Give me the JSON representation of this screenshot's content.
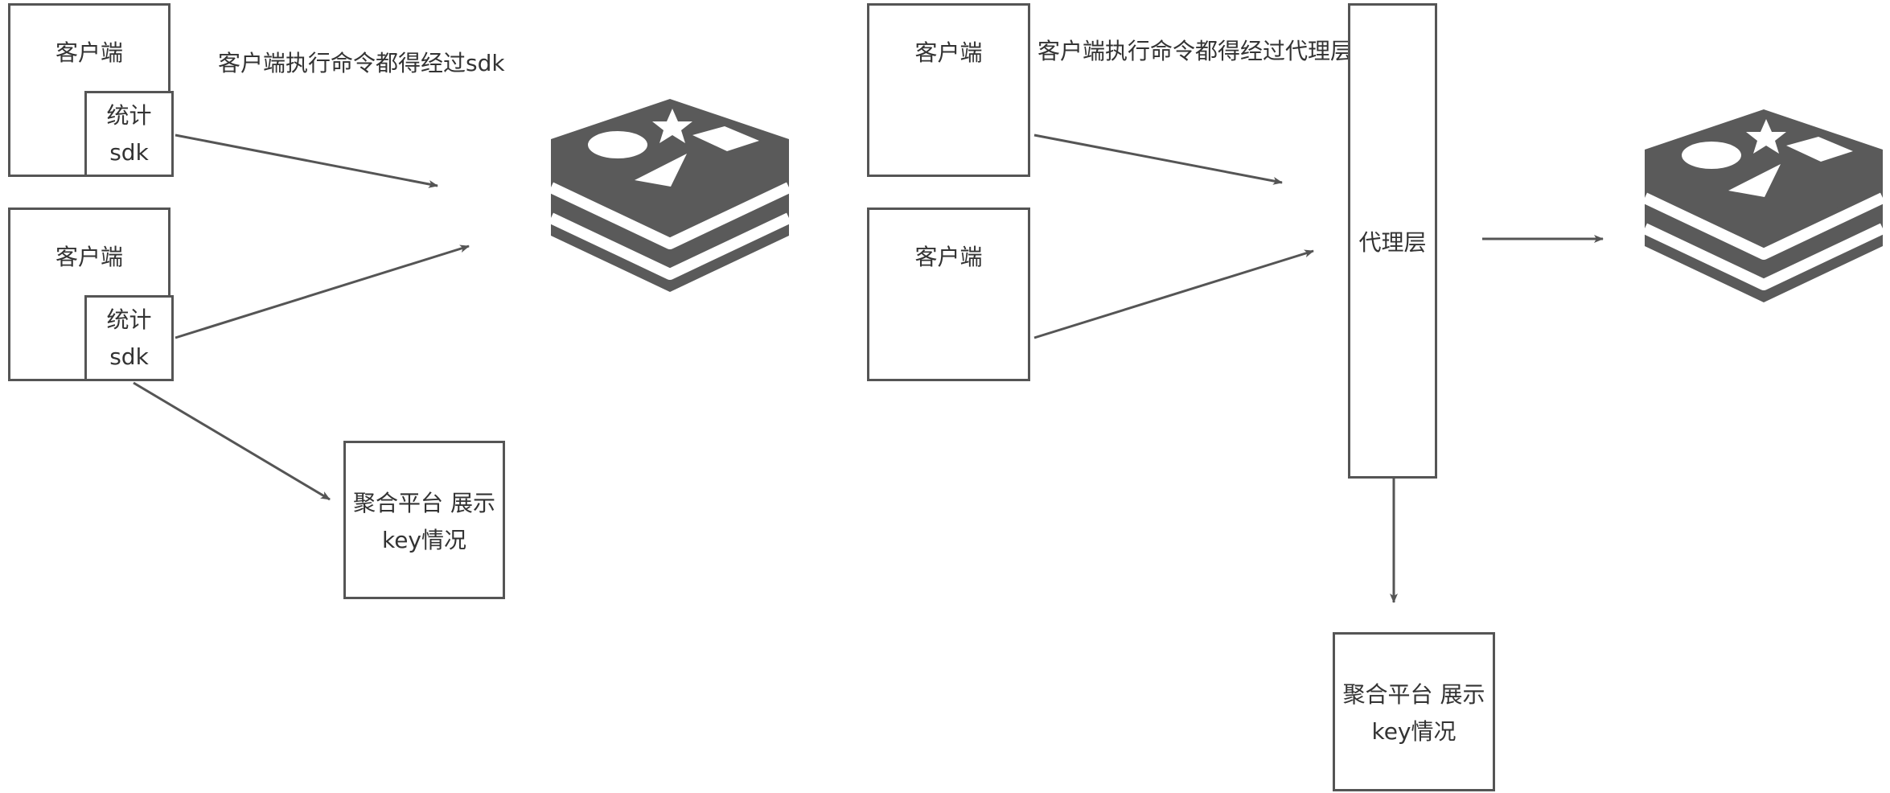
{
  "left_diagram": {
    "client_top_label": "客户端",
    "sdk_top_label": [
      "统计",
      "sdk"
    ],
    "client_bottom_label": "客户端",
    "sdk_bottom_label": [
      "统计",
      "sdk"
    ],
    "note": "客户端执行命令都得经过sdk",
    "aggregate_label": [
      "聚合平台 展示",
      "key情况"
    ]
  },
  "right_diagram": {
    "client_top_label": "客户端",
    "client_bottom_label": "客户端",
    "note": "客户端执行命令都得经过代理层",
    "proxy_label": "代理层",
    "aggregate_label": [
      "聚合平台 展示",
      "key情况"
    ]
  },
  "icons": {
    "left_logo": "redis-logo-icon",
    "right_logo": "redis-logo-icon"
  },
  "colors": {
    "stroke": "#555555",
    "logo": "#5a5a5a"
  }
}
